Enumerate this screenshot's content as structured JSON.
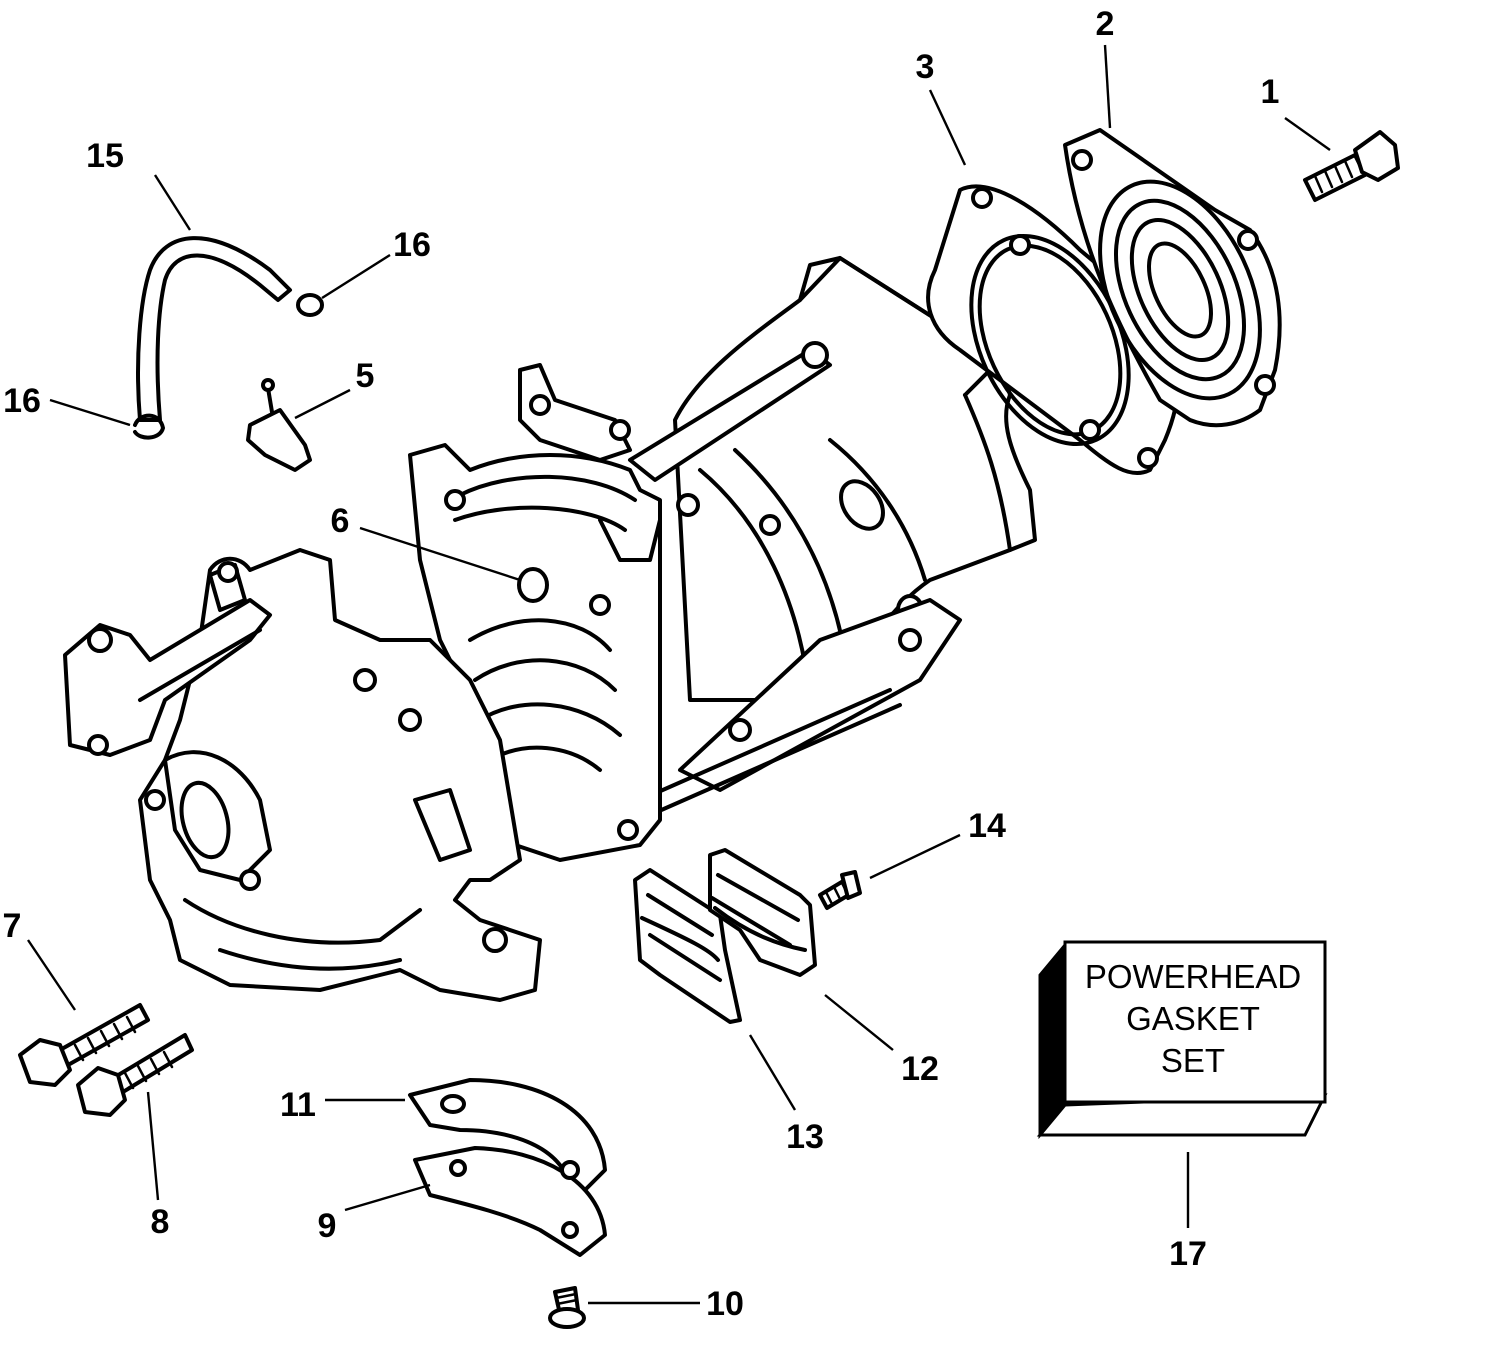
{
  "callouts": [
    {
      "id": "1",
      "label": "1"
    },
    {
      "id": "2",
      "label": "2"
    },
    {
      "id": "3",
      "label": "3"
    },
    {
      "id": "5",
      "label": "5"
    },
    {
      "id": "6",
      "label": "6"
    },
    {
      "id": "7",
      "label": "7"
    },
    {
      "id": "8",
      "label": "8"
    },
    {
      "id": "9",
      "label": "9"
    },
    {
      "id": "10",
      "label": "10"
    },
    {
      "id": "11",
      "label": "11"
    },
    {
      "id": "12",
      "label": "12"
    },
    {
      "id": "13",
      "label": "13"
    },
    {
      "id": "14",
      "label": "14"
    },
    {
      "id": "15",
      "label": "15"
    },
    {
      "id": "16a",
      "label": "16"
    },
    {
      "id": "16b",
      "label": "16"
    },
    {
      "id": "17",
      "label": "17"
    }
  ],
  "gasket_box": {
    "line1": "POWERHEAD",
    "line2": "GASKET",
    "line3": "SET"
  }
}
